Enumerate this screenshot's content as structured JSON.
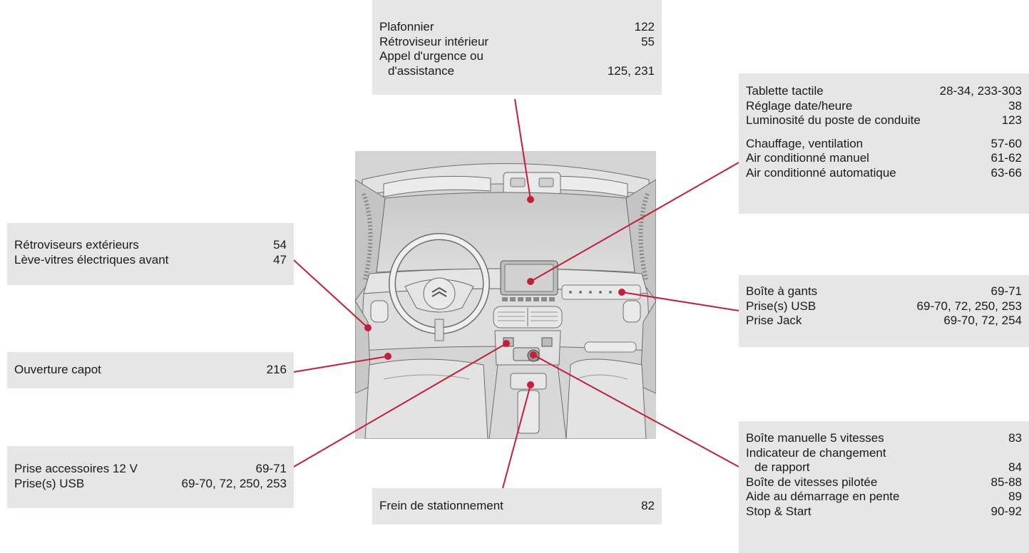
{
  "boxes": {
    "top": {
      "items": [
        {
          "label": "Plafonnier",
          "pages": "122"
        },
        {
          "label": "Rétroviseur intérieur",
          "pages": "55"
        },
        {
          "label": "Appel d'urgence ou",
          "pages": ""
        },
        {
          "label": "d'assistance",
          "pages": "125, 231"
        }
      ]
    },
    "left1": {
      "items": [
        {
          "label": "Rétroviseurs extérieurs",
          "pages": "54"
        },
        {
          "label": "Lève-vitres électriques avant",
          "pages": "47"
        }
      ]
    },
    "left2": {
      "items": [
        {
          "label": "Ouverture capot",
          "pages": "216"
        }
      ]
    },
    "left3": {
      "items": [
        {
          "label": "Prise accessoires 12 V",
          "pages": "69-71"
        },
        {
          "label": "Prise(s) USB",
          "pages": "69-70, 72, 250, 253"
        }
      ]
    },
    "bottom": {
      "items": [
        {
          "label": "Frein de stationnement",
          "pages": "82"
        }
      ]
    },
    "right1": {
      "items_a": [
        {
          "label": "Tablette tactile",
          "pages": "28-34, 233-303"
        },
        {
          "label": "Réglage date/heure",
          "pages": "38"
        },
        {
          "label": "Luminosité du poste de conduite",
          "pages": "123"
        }
      ],
      "items_b": [
        {
          "label": "Chauffage, ventilation",
          "pages": "57-60"
        },
        {
          "label": "Air conditionné manuel",
          "pages": "61-62"
        },
        {
          "label": "Air conditionné automatique",
          "pages": "63-66"
        }
      ]
    },
    "right2": {
      "items": [
        {
          "label": "Boîte à gants",
          "pages": "69-71"
        },
        {
          "label": "Prise(s) USB",
          "pages": "69-70, 72, 250, 253"
        },
        {
          "label": "Prise Jack",
          "pages": "69-70, 72, 254"
        }
      ]
    },
    "right3": {
      "items": [
        {
          "label": "Boîte manuelle 5 vitesses",
          "pages": "83"
        },
        {
          "label": "Indicateur de changement",
          "pages": ""
        },
        {
          "label": "de rapport",
          "pages": "84"
        },
        {
          "label": "Boîte de vitesses pilotée",
          "pages": "85-88"
        },
        {
          "label": "Aide au démarrage en pente",
          "pages": "89"
        },
        {
          "label": "Stop & Start",
          "pages": "90-92"
        }
      ]
    }
  },
  "colors": {
    "leader_line": "#c41e3a",
    "box_fill": "#e6e6e6",
    "illustration_fill": "#d9d9d9"
  }
}
